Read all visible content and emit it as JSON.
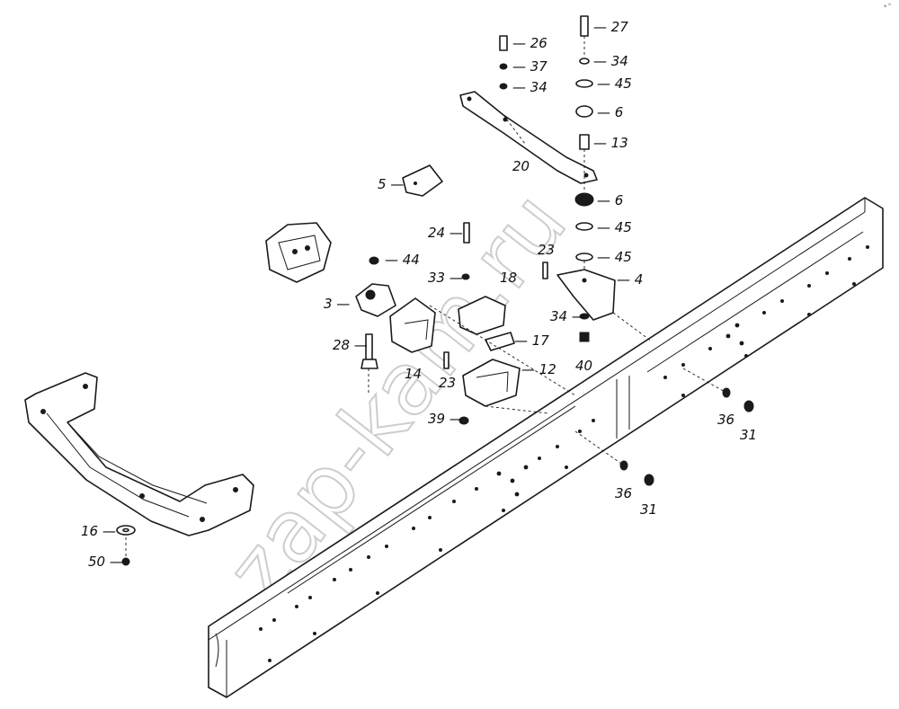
{
  "watermark": "zap-kam.ru",
  "corner_mark": "•°",
  "callouts": [
    {
      "label": "— 27"
    },
    {
      "label": "— 26"
    },
    {
      "label": "— 34"
    },
    {
      "label": "— 37"
    },
    {
      "label": "— 34"
    },
    {
      "label": "— 45"
    },
    {
      "label": "— 6"
    },
    {
      "label": "— 13"
    },
    {
      "label": "20"
    },
    {
      "label": "5 —"
    },
    {
      "label": "— 6"
    },
    {
      "label": "24 —"
    },
    {
      "label": "— 45"
    },
    {
      "label": "23"
    },
    {
      "label": "— 45"
    },
    {
      "label": "— 44"
    },
    {
      "label": "33 —"
    },
    {
      "label": "18"
    },
    {
      "label": "— 4"
    },
    {
      "label": "3 —"
    },
    {
      "label": "34 —"
    },
    {
      "label": "— 17"
    },
    {
      "label": "28 —"
    },
    {
      "label": "40"
    },
    {
      "label": "14"
    },
    {
      "label": "23"
    },
    {
      "label": "— 12"
    },
    {
      "label": "36"
    },
    {
      "label": "39 —"
    },
    {
      "label": "31"
    },
    {
      "label": "36"
    },
    {
      "label": "31"
    },
    {
      "label": "16 —"
    },
    {
      "label": "50 —"
    }
  ]
}
